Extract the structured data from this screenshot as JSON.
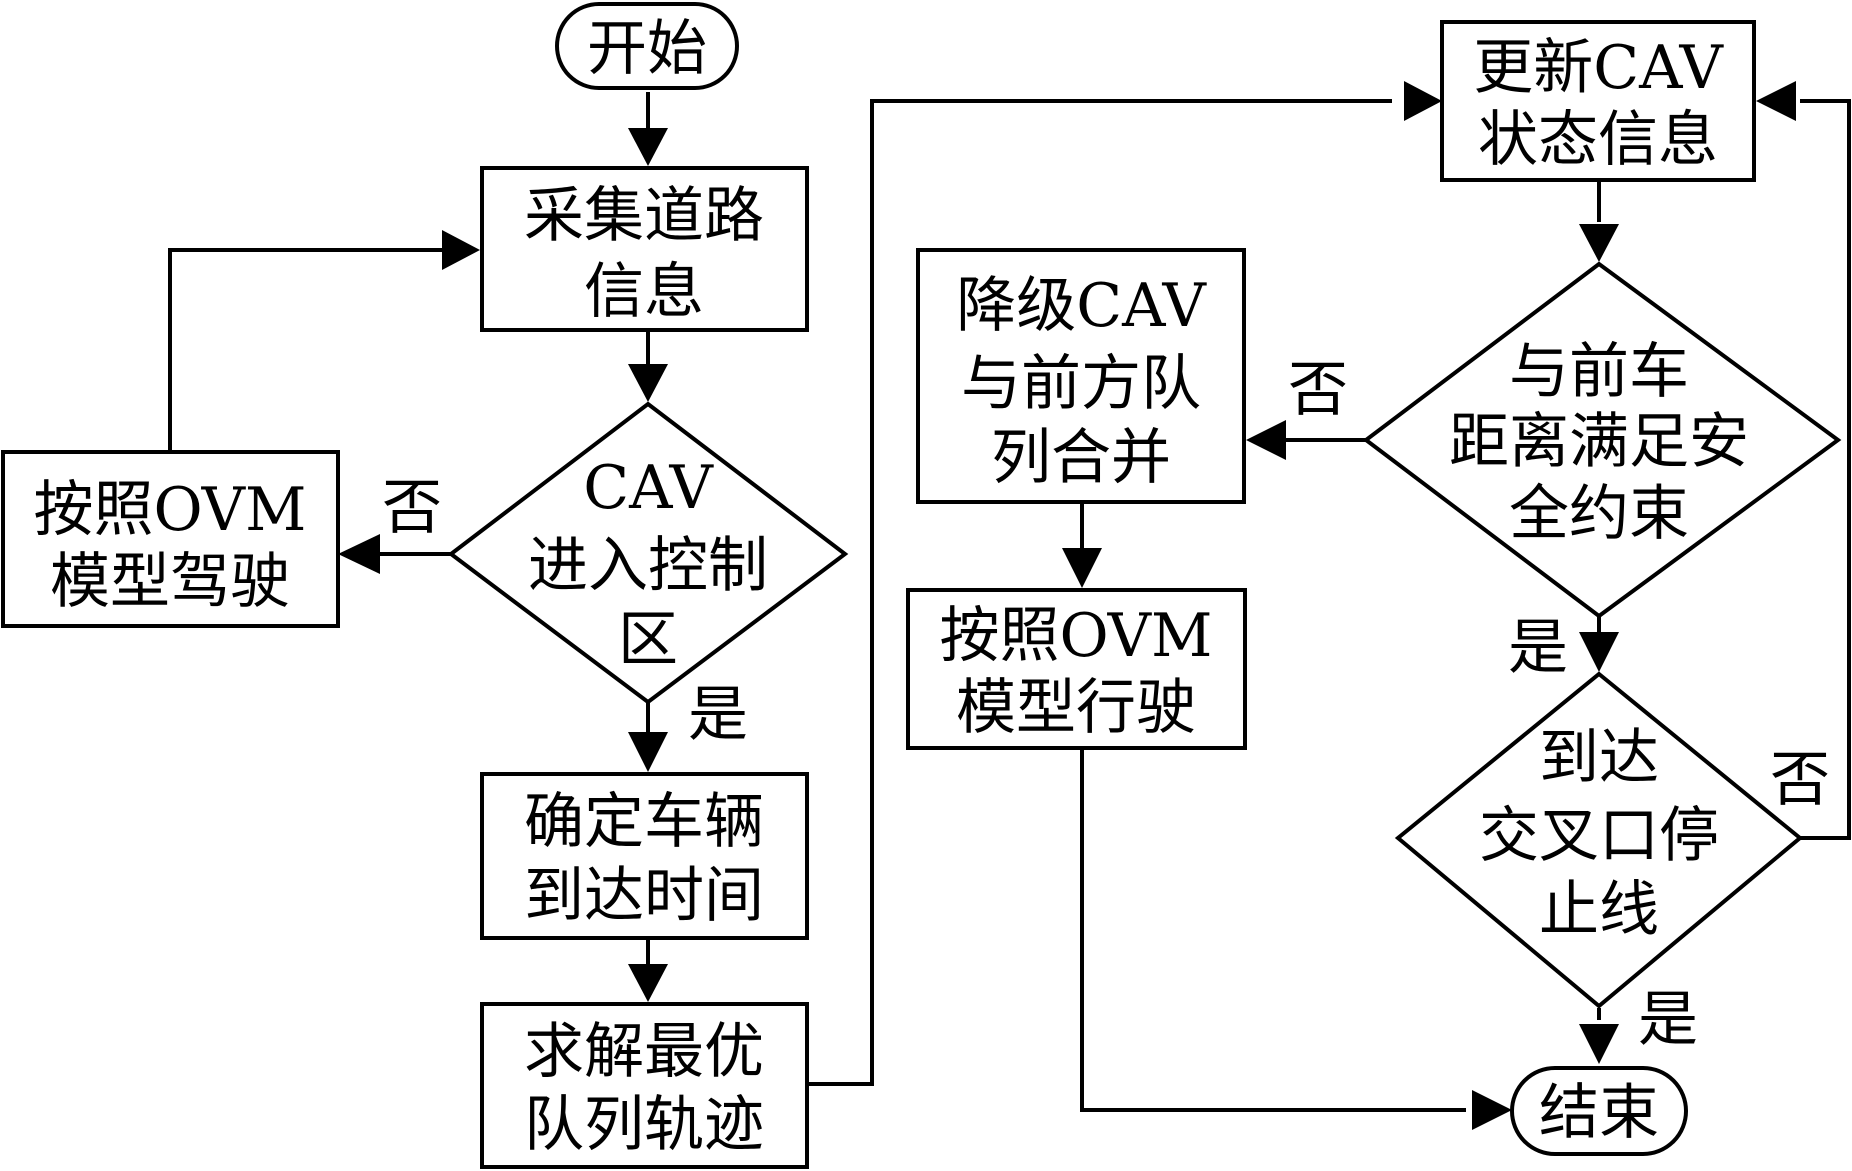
{
  "nodes": {
    "start": [
      "开始"
    ],
    "collect": [
      "采集道路",
      "信息"
    ],
    "enter_zone": [
      "CAV",
      "进入控制",
      "区"
    ],
    "ovm_drive_left": [
      "按照OVM",
      "模型驾驶"
    ],
    "arrival_time": [
      "确定车辆",
      "到达时间"
    ],
    "optimal_traj": [
      "求解最优",
      "队列轨迹"
    ],
    "update_state": [
      "更新CAV",
      "状态信息"
    ],
    "safe_distance": [
      "与前车",
      "距离满足安",
      "全约束"
    ],
    "downgrade": [
      "降级CAV",
      "与前方队",
      "列合并"
    ],
    "ovm_drive_mid": [
      "按照OVM",
      "模型行驶"
    ],
    "reach_stopline": [
      "到达",
      "交叉口停",
      "止线"
    ],
    "end": [
      "结束"
    ]
  },
  "edge_labels": {
    "enter_zone_no": "否",
    "enter_zone_yes": "是",
    "safe_no": "否",
    "safe_yes": "是",
    "stopline_no": "否",
    "stopline_yes": "是"
  }
}
